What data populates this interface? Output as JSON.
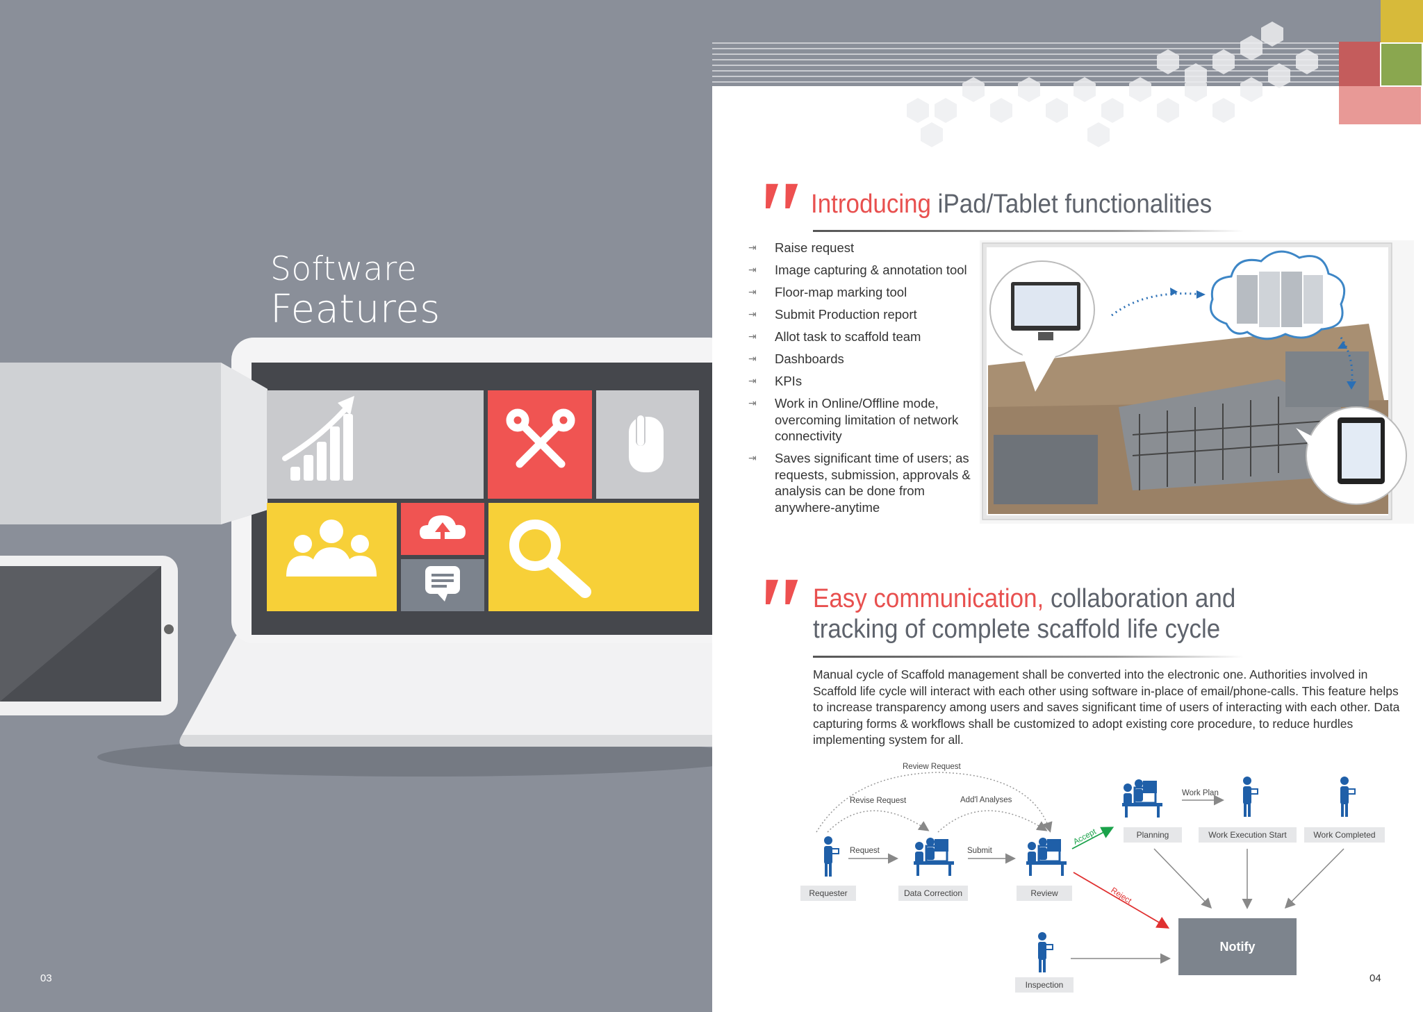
{
  "left": {
    "title_line1": "Software",
    "title_line2": "Features",
    "page_number": "03"
  },
  "right": {
    "page_number": "04",
    "section1": {
      "heading_red": "Introducing",
      "heading_grey": " iPad/Tablet functionalities",
      "features": [
        "Raise request",
        "Image capturing & annotation tool",
        "Floor-map marking tool",
        "Submit Production report",
        "Allot task to scaffold team",
        "Dashboards",
        "KPIs",
        "Work in Online/Offline mode, overcoming limitation of network connectivity",
        "Saves significant time of users; as requests, submission, approvals & analysis can be done from anywhere-anytime"
      ]
    },
    "section2": {
      "heading_red": "Easy communication,",
      "heading_grey": " collaboration and",
      "heading_line2": "tracking of complete scaffold life cycle",
      "paragraph": "Manual cycle of Scaffold management shall be converted into the electronic one. Authorities involved in Scaffold life cycle will interact with each other using software in-place of email/phone-calls. This feature helps to increase transparency among users and saves significant time of users of interacting with each other. Data capturing forms & workflows shall be customized to adopt existing core procedure, to reduce hurdles implementing system for all."
    },
    "workflow": {
      "nodes": {
        "requester": "Requester",
        "data_correction": "Data Correction",
        "review": "Review",
        "planning": "Planning",
        "work_execution_start": "Work Execution Start",
        "work_completed": "Work Completed",
        "inspection": "Inspection",
        "notify": "Notify"
      },
      "edges": {
        "review_request": "Review Request",
        "revise_request": "Revise Request",
        "addl_analyses": "Add'l Analyses",
        "request": "Request",
        "submit": "Submit",
        "accept": "Accept",
        "reject": "Reject",
        "work_plan": "Work Plan"
      }
    }
  },
  "colors": {
    "accent_red": "#ee5050",
    "tile_yellow": "#f7d038",
    "tile_grey": "#c9cacd",
    "workflow_blue": "#1f5fa8",
    "accept_green": "#1aa24a",
    "reject_red": "#e03030"
  }
}
